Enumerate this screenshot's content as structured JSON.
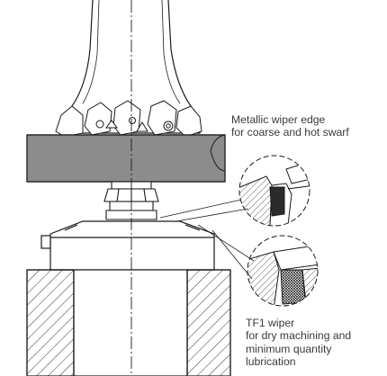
{
  "labels": {
    "metallic_wiper": {
      "line1": "Metallic wiper edge",
      "line2": "for coarse and hot swarf"
    },
    "tf1_wiper": {
      "line1": "TF1 wiper",
      "line2": "for dry machining and",
      "line3": "minimum quantity",
      "line4": "lubrication"
    }
  },
  "colors": {
    "line": "#1a1a1a",
    "shaded_disc": "#8c8c8c",
    "seal_dark": "#2b2b2b",
    "text": "#3a3a3a"
  }
}
